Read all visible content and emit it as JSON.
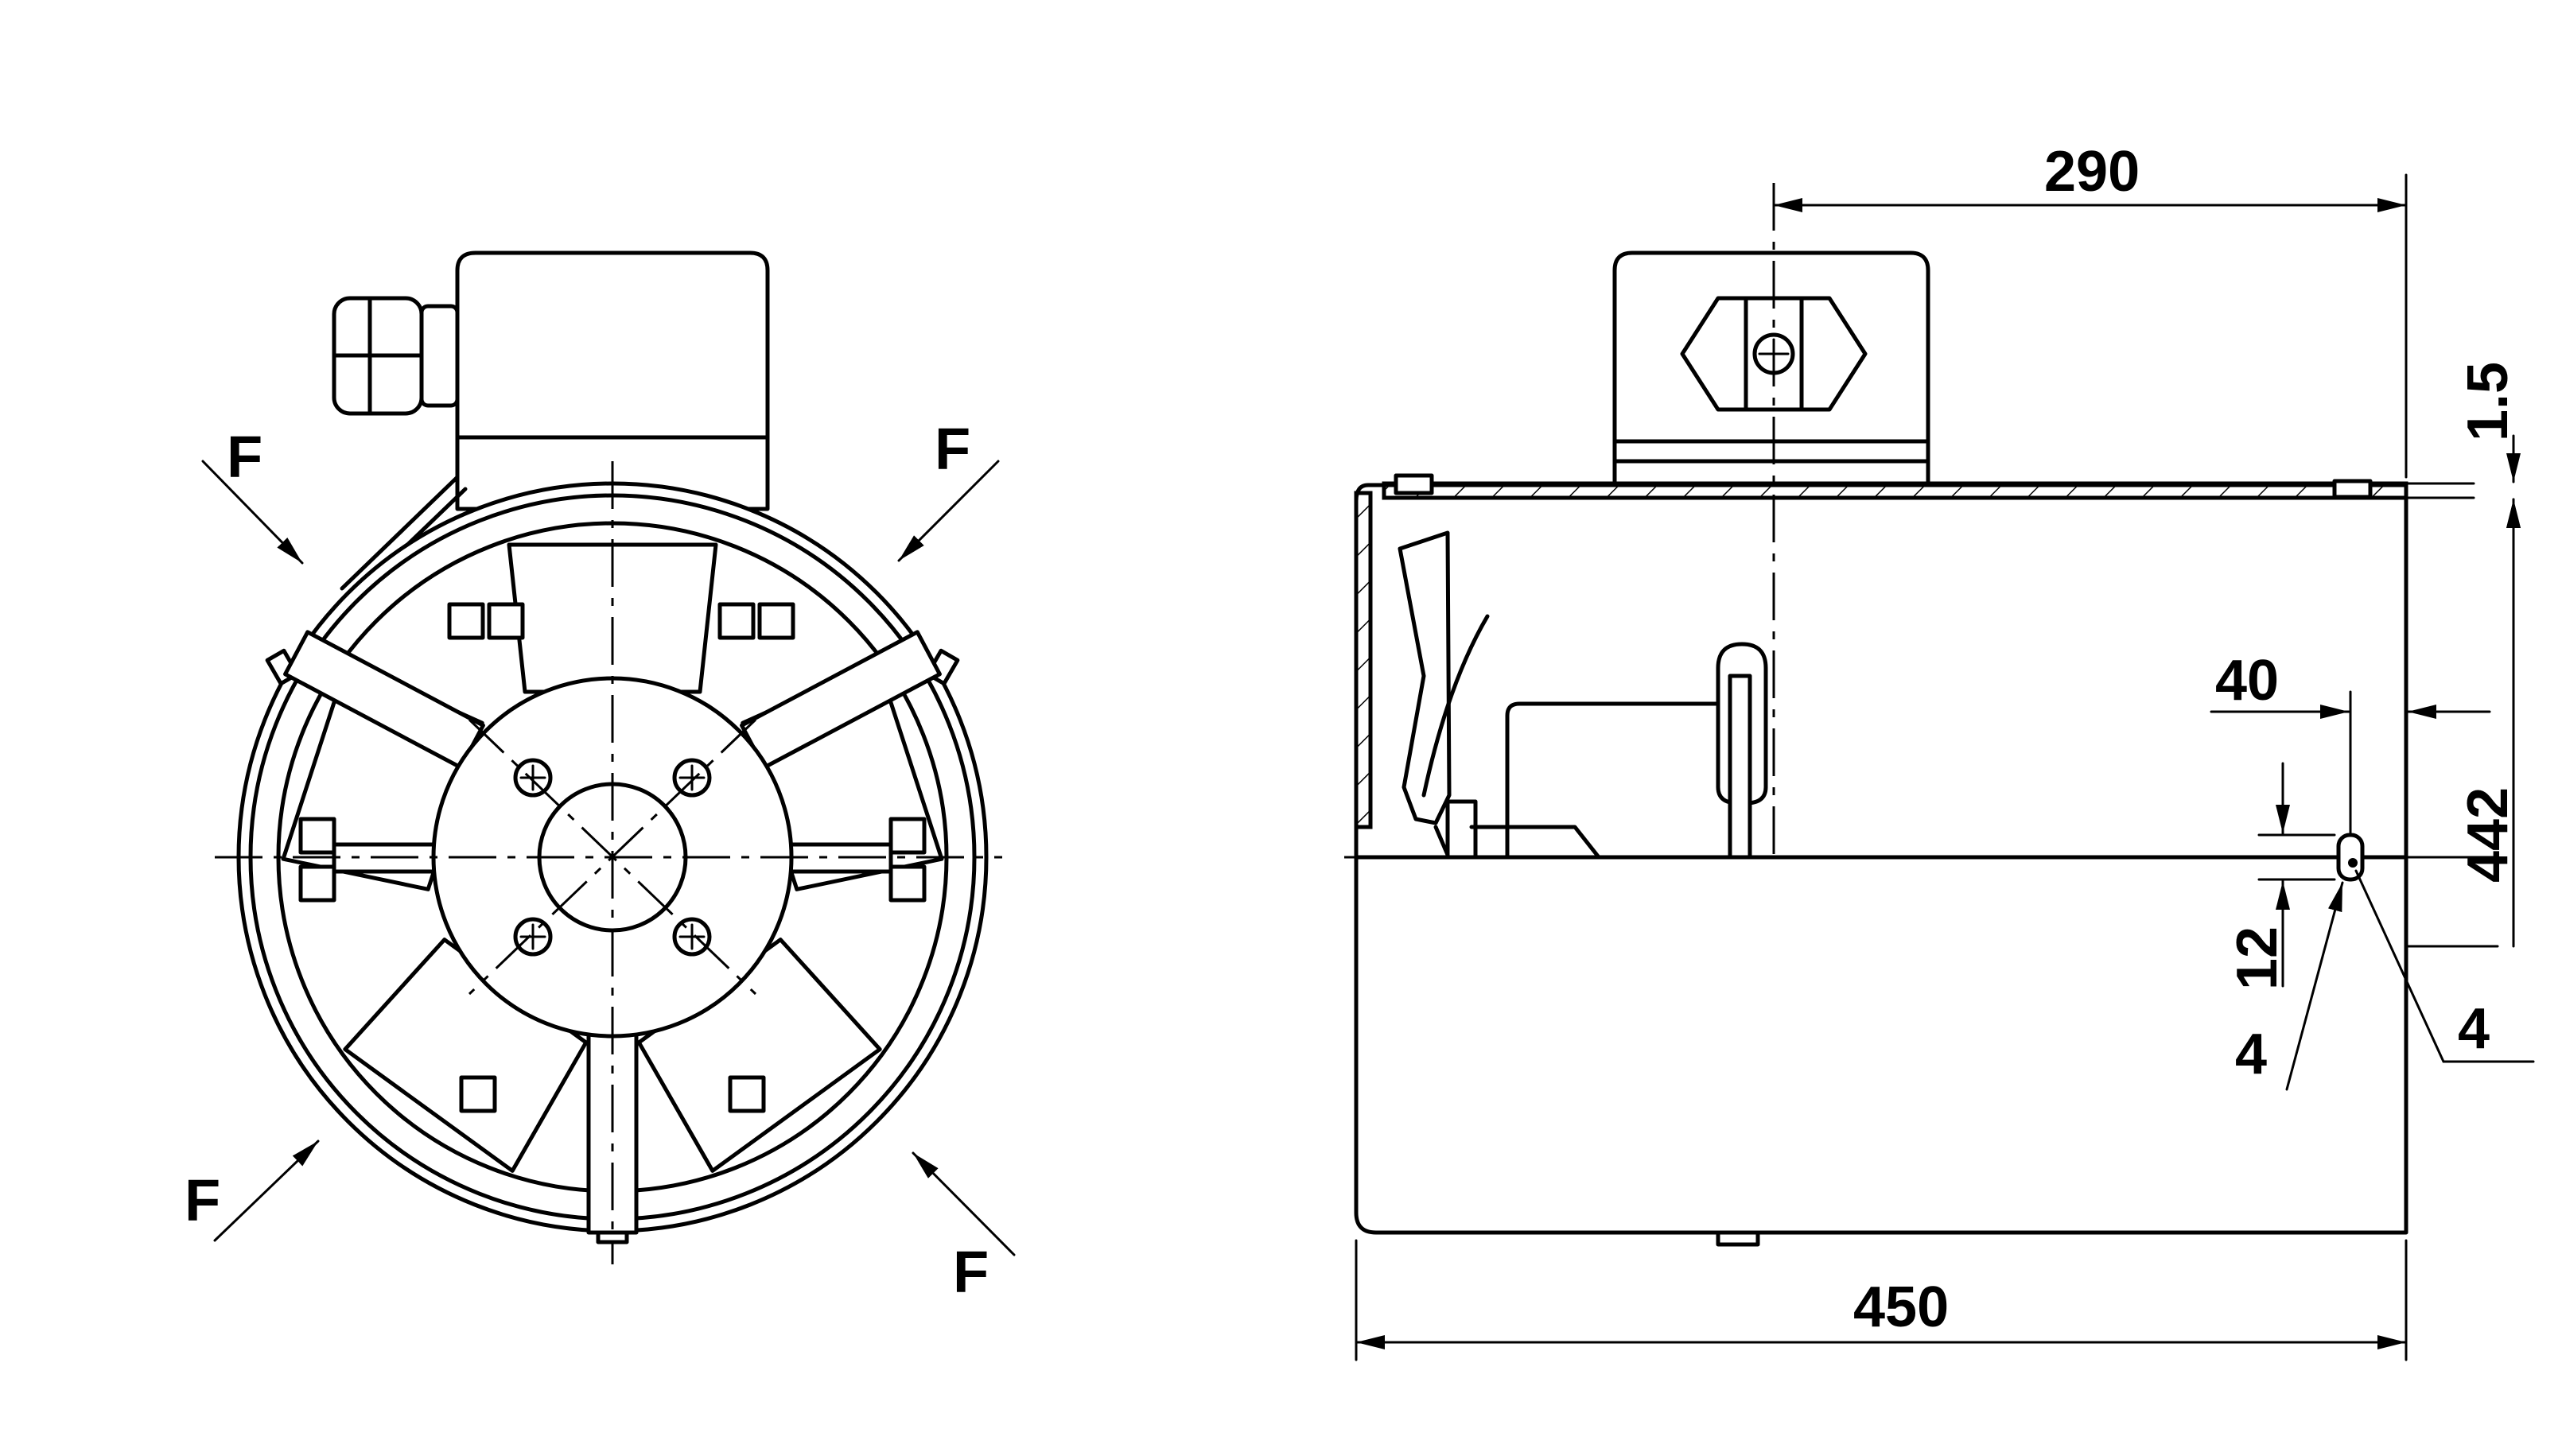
{
  "dimensions": {
    "shaft_to_outlet": "290",
    "wall_thickness": "1.5",
    "slot_offset": "40",
    "half_height": "442",
    "slot_width": "12",
    "slot_length_left": "4",
    "slot_length_right": "4",
    "total_length": "450"
  },
  "force_labels": {
    "top_left": "F",
    "top_right": "F",
    "bottom_left": "F",
    "bottom_right": "F"
  }
}
